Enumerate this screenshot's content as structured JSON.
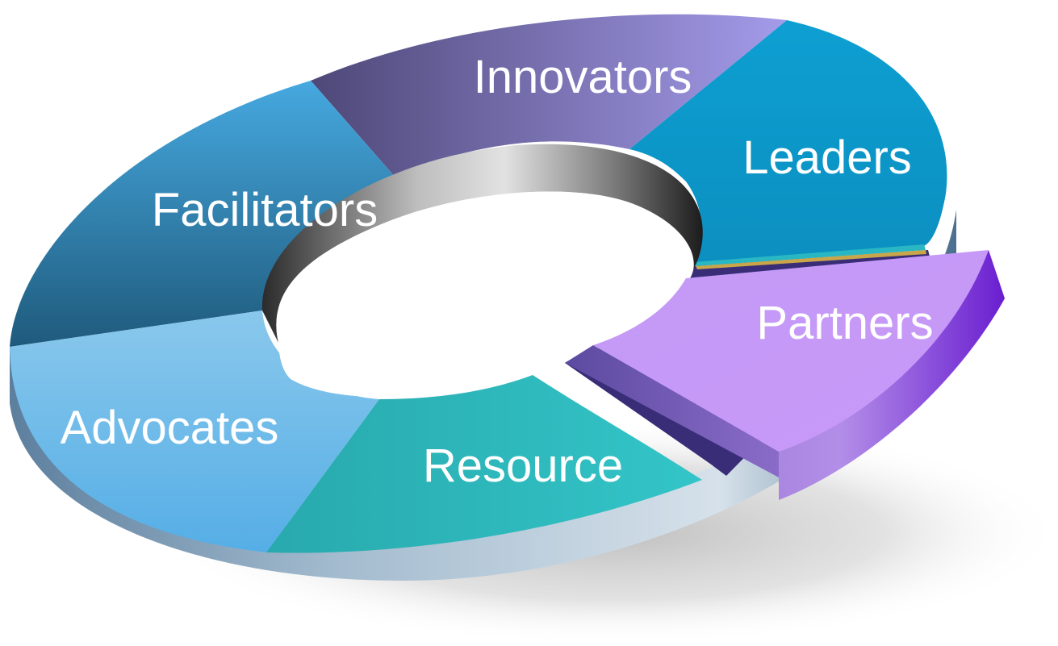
{
  "segments": [
    {
      "id": "innovators",
      "label": "Innovators",
      "color": "#8b84cf"
    },
    {
      "id": "leaders",
      "label": "Leaders",
      "color": "#0b9bcc"
    },
    {
      "id": "partners",
      "label": "Partners",
      "color": "#c596f5"
    },
    {
      "id": "resource",
      "label": "Resource",
      "color": "#2fbcbc"
    },
    {
      "id": "advocates",
      "label": "Advocates",
      "color": "#6cc0ec"
    },
    {
      "id": "facilitators",
      "label": "Facilitators",
      "color": "#3d97c9"
    }
  ]
}
